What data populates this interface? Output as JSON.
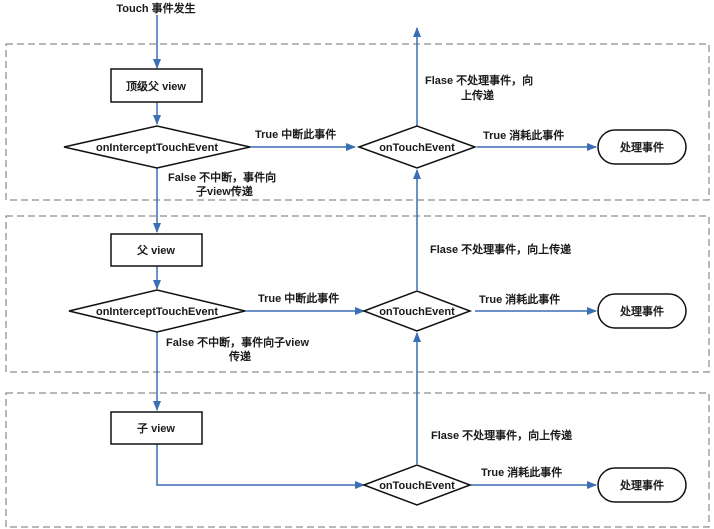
{
  "start_label": "Touch 事件发生",
  "levels": [
    {
      "node": "顶级父  view",
      "intercept": "onInterceptTouchEvent",
      "intercept_true": "True  中断此事件",
      "intercept_false": [
        "False  不中断，事件向",
        "子view传递"
      ],
      "touch": "onTouchEvent",
      "touch_false": [
        "Flase  不处理事件，向",
        "上传递"
      ],
      "touch_true": "True  消耗此事件",
      "handle": "处理事件"
    },
    {
      "node": "父  view",
      "intercept": "onInterceptTouchEvent",
      "intercept_true": "True  中断此事件",
      "intercept_false": [
        "False  不中断，事件向子view",
        "传递"
      ],
      "touch": "onTouchEvent",
      "touch_false": [
        "Flase  不处理事件，向上传递"
      ],
      "touch_true": "True  消耗此事件",
      "handle": "处理事件"
    },
    {
      "node": "子  view",
      "touch": "onTouchEvent",
      "touch_false": [
        "Flase  不处理事件，向上传递"
      ],
      "touch_true": "True  消耗此事件",
      "handle": "处理事件"
    }
  ]
}
